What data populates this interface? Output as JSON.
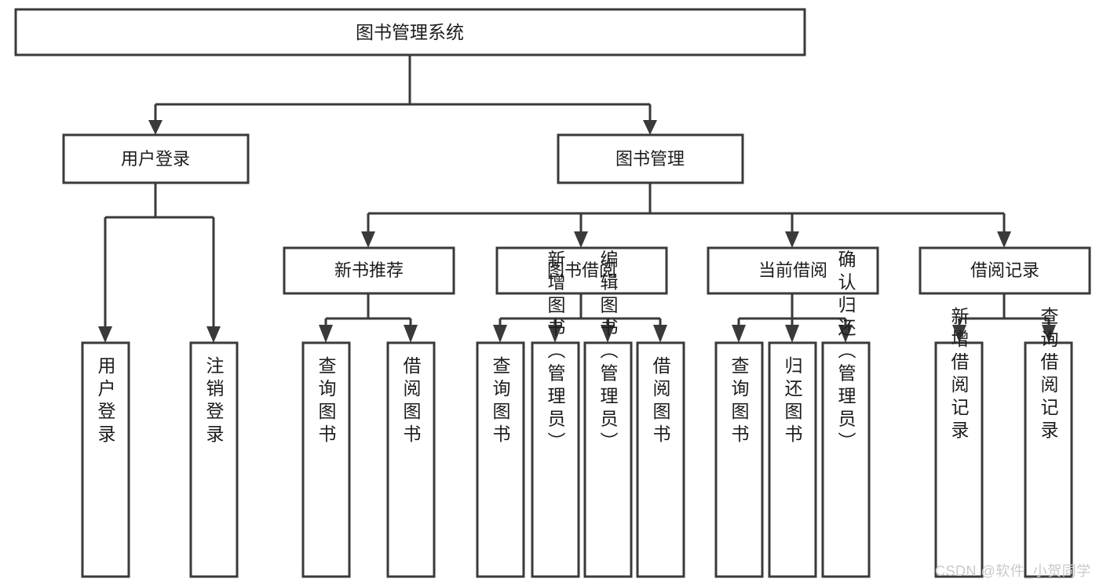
{
  "diagram": {
    "type": "tree-hierarchy",
    "title": "图书管理系统",
    "root": {
      "id": "root",
      "label": "图书管理系统",
      "orientation": "horizontal"
    },
    "level2": [
      {
        "id": "user-login",
        "label": "用户登录",
        "orientation": "horizontal"
      },
      {
        "id": "book-management",
        "label": "图书管理",
        "orientation": "horizontal"
      }
    ],
    "level3": [
      {
        "id": "new-book-recommend",
        "label": "新书推荐",
        "orientation": "horizontal",
        "parent": "book-management"
      },
      {
        "id": "book-borrow",
        "label": "图书借阅",
        "orientation": "horizontal",
        "parent": "book-management"
      },
      {
        "id": "current-borrow",
        "label": "当前借阅",
        "orientation": "horizontal",
        "parent": "book-management"
      },
      {
        "id": "borrow-record",
        "label": "借阅记录",
        "orientation": "horizontal",
        "parent": "book-management"
      }
    ],
    "leaves": [
      {
        "id": "leaf-user-login",
        "label": "用户登录",
        "orientation": "vertical",
        "parent": "user-login"
      },
      {
        "id": "leaf-user-logout",
        "label": "注销登录",
        "orientation": "vertical",
        "parent": "user-login"
      },
      {
        "id": "leaf-query-book-1",
        "label": "查询图书",
        "orientation": "vertical",
        "parent": "new-book-recommend"
      },
      {
        "id": "leaf-borrow-book-1",
        "label": "借阅图书",
        "orientation": "vertical",
        "parent": "new-book-recommend"
      },
      {
        "id": "leaf-query-book-2",
        "label": "查询图书",
        "orientation": "vertical",
        "parent": "book-borrow"
      },
      {
        "id": "leaf-add-book",
        "label": "新增图书（管理员）",
        "orientation": "vertical",
        "parent": "book-borrow"
      },
      {
        "id": "leaf-edit-book",
        "label": "编辑图书（管理员）",
        "orientation": "vertical",
        "parent": "book-borrow"
      },
      {
        "id": "leaf-borrow-book-2",
        "label": "借阅图书",
        "orientation": "vertical",
        "parent": "book-borrow"
      },
      {
        "id": "leaf-query-book-3",
        "label": "查询图书",
        "orientation": "vertical",
        "parent": "current-borrow"
      },
      {
        "id": "leaf-return-book",
        "label": "归还图书",
        "orientation": "vertical",
        "parent": "current-borrow"
      },
      {
        "id": "leaf-confirm-return",
        "label": "确认归还（管理员）",
        "orientation": "vertical",
        "parent": "current-borrow"
      },
      {
        "id": "leaf-add-record",
        "label": "新增借阅记录",
        "orientation": "vertical",
        "parent": "borrow-record"
      },
      {
        "id": "leaf-query-record",
        "label": "查询借阅记录",
        "orientation": "vertical",
        "parent": "borrow-record"
      }
    ]
  },
  "watermark": {
    "text": "CSDN @软件_小贺同学"
  },
  "colors": {
    "stroke": "#3a3a3a",
    "fill": "#ffffff",
    "text": "#1c1c1c",
    "watermark": "#c9c9c9"
  }
}
